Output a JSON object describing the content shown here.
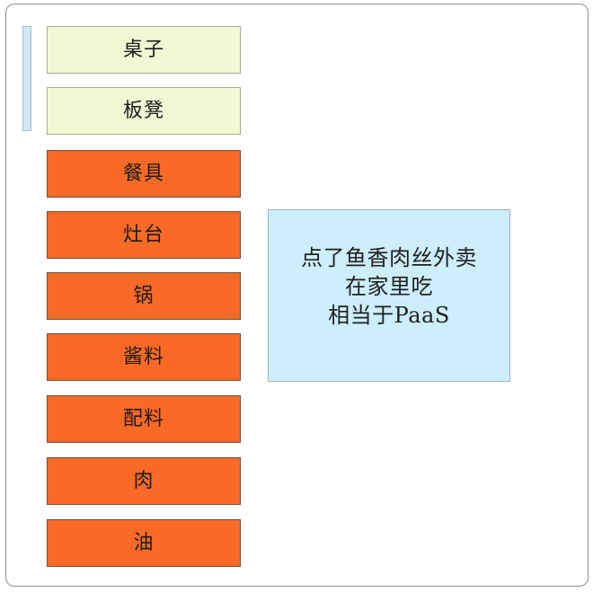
{
  "diagram": {
    "title": "PaaS ordering-takeout analogy stack",
    "colors": {
      "provided_by_user_fill": "#f2f7d4",
      "provided_by_user_border": "#a8ab90",
      "provided_by_vendor_fill": "#f96a26",
      "provided_by_vendor_border": "#6b5240",
      "note_fill": "#cdeefb",
      "note_border": "#9fb4bd",
      "side_bar_fill": "#cfe9f3",
      "side_bar_border": "#9dbfcc",
      "frame_border": "#8d8d8d",
      "text": "#1c1c1c",
      "background": "#ffffff"
    },
    "side_bar": {
      "name": "user-scope-bracket"
    },
    "layers": [
      {
        "label": "桌子",
        "style": "yellow"
      },
      {
        "label": "板凳",
        "style": "yellow"
      },
      {
        "label": "餐具",
        "style": "orange"
      },
      {
        "label": "灶台",
        "style": "orange"
      },
      {
        "label": "锅",
        "style": "orange"
      },
      {
        "label": "酱料",
        "style": "orange"
      },
      {
        "label": "配料",
        "style": "orange"
      },
      {
        "label": "肉",
        "style": "orange"
      },
      {
        "label": "油",
        "style": "orange"
      }
    ],
    "note": {
      "lines": [
        "点了鱼香肉丝外卖",
        "在家里吃",
        "相当于PaaS"
      ]
    }
  }
}
